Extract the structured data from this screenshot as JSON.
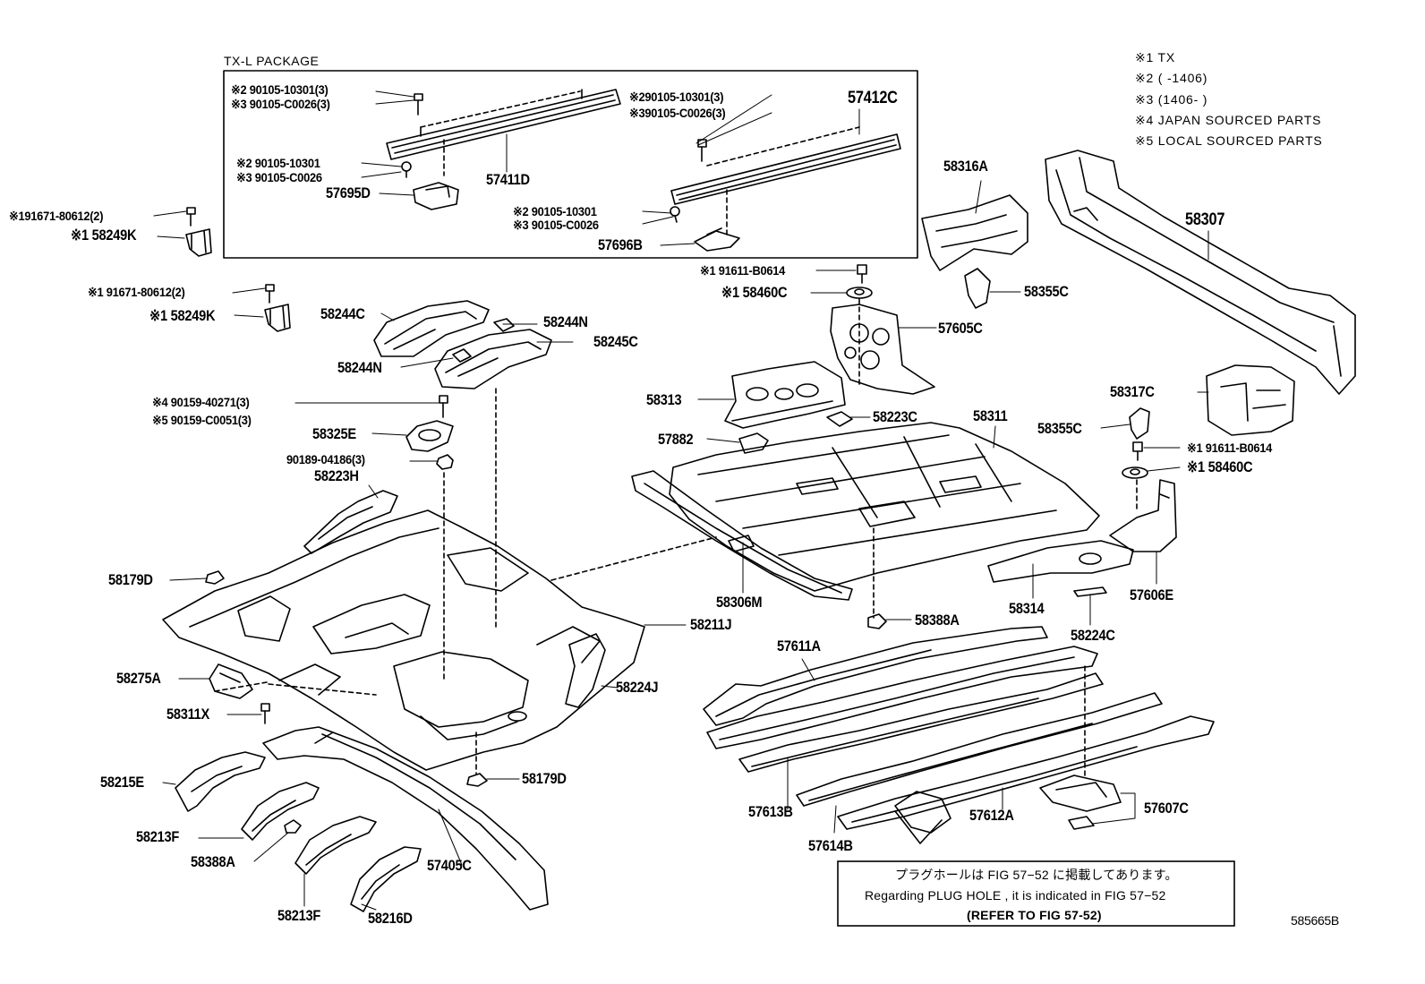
{
  "package_label": "TX-L PACKAGE",
  "notes": [
    "※1 TX",
    "※2 (      -1406)",
    "※3 (1406-      )",
    "※4  JAPAN SOURCED PARTS",
    "※5  LOCAL SOURCED PARTS"
  ],
  "callouts": [
    {
      "id": "c1",
      "text": "※2 90105-10301(3)"
    },
    {
      "id": "c2",
      "text": "※3 90105-C0026(3)"
    },
    {
      "id": "c3",
      "text": "※2 90105-10301"
    },
    {
      "id": "c4",
      "text": "※3  90105-C0026"
    },
    {
      "id": "c5",
      "text": "57695D"
    },
    {
      "id": "c6",
      "text": "57411D"
    },
    {
      "id": "c7",
      "text": "※290105-10301(3)"
    },
    {
      "id": "c8",
      "text": "※390105-C0026(3)"
    },
    {
      "id": "c9",
      "text": "57412C"
    },
    {
      "id": "c10",
      "text": "※2 90105-10301"
    },
    {
      "id": "c11",
      "text": "※3 90105-C0026"
    },
    {
      "id": "c12",
      "text": "57696B"
    },
    {
      "id": "c13",
      "text": "※191671-80612(2)"
    },
    {
      "id": "c14",
      "text": "※1 58249K"
    },
    {
      "id": "c15",
      "text": "※1 91671-80612(2)"
    },
    {
      "id": "c16",
      "text": "※1 58249K"
    },
    {
      "id": "c17",
      "text": "58244C"
    },
    {
      "id": "c18",
      "text": "58244N"
    },
    {
      "id": "c19",
      "text": "58245C"
    },
    {
      "id": "c20",
      "text": "58244N"
    },
    {
      "id": "c21",
      "text": "※4 90159-40271(3)"
    },
    {
      "id": "c22",
      "text": "※5 90159-C0051(3)"
    },
    {
      "id": "c23",
      "text": "58325E"
    },
    {
      "id": "c24",
      "text": "90189-04186(3)"
    },
    {
      "id": "c25",
      "text": "58223H"
    },
    {
      "id": "c26",
      "text": "58179D"
    },
    {
      "id": "c27",
      "text": "58211J"
    },
    {
      "id": "c28",
      "text": "58275A"
    },
    {
      "id": "c29",
      "text": "58224J"
    },
    {
      "id": "c30",
      "text": "58311X"
    },
    {
      "id": "c31",
      "text": "58215E"
    },
    {
      "id": "c32",
      "text": "58179D"
    },
    {
      "id": "c33",
      "text": "58213F"
    },
    {
      "id": "c34",
      "text": "58388A"
    },
    {
      "id": "c35",
      "text": "57405C"
    },
    {
      "id": "c36",
      "text": "58213F"
    },
    {
      "id": "c37",
      "text": "58216D"
    },
    {
      "id": "c38",
      "text": "58316A"
    },
    {
      "id": "c39",
      "text": "58307"
    },
    {
      "id": "c40",
      "text": "※1 91611-B0614"
    },
    {
      "id": "c41",
      "text": "※1 58460C"
    },
    {
      "id": "c42",
      "text": "58355C"
    },
    {
      "id": "c43",
      "text": "57605C"
    },
    {
      "id": "c44",
      "text": "58313"
    },
    {
      "id": "c45",
      "text": "58223C"
    },
    {
      "id": "c46",
      "text": "58311"
    },
    {
      "id": "c47",
      "text": "57882"
    },
    {
      "id": "c48",
      "text": "58317C"
    },
    {
      "id": "c49",
      "text": "58355C"
    },
    {
      "id": "c50",
      "text": "※1 91611-B0614"
    },
    {
      "id": "c51",
      "text": "※1 58460C"
    },
    {
      "id": "c52",
      "text": "58306M"
    },
    {
      "id": "c53",
      "text": "58388A"
    },
    {
      "id": "c54",
      "text": "58314"
    },
    {
      "id": "c55",
      "text": "57606E"
    },
    {
      "id": "c56",
      "text": "58224C"
    },
    {
      "id": "c57",
      "text": "57611A"
    },
    {
      "id": "c58",
      "text": "57613B"
    },
    {
      "id": "c59",
      "text": "57614B"
    },
    {
      "id": "c60",
      "text": "57612A"
    },
    {
      "id": "c61",
      "text": "57607C"
    }
  ],
  "plug_note": {
    "line1": "プラグホールは FIG  57−52 に掲載してあります。",
    "line2": "Regarding  PLUG  HOLE , it is indicated in  FIG  57−52",
    "line3": "(REFER  TO  FIG  57-52)"
  },
  "diagram_code": "585665B"
}
